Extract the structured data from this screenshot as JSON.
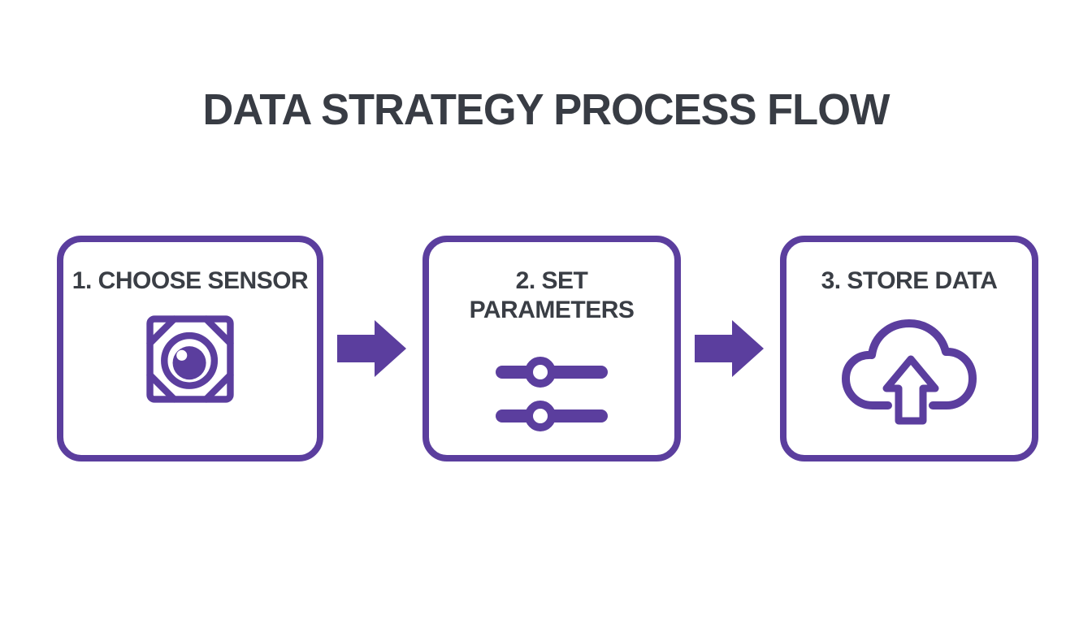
{
  "page": {
    "background_color": "#ffffff"
  },
  "header": {
    "title": "DATA STRATEGY PROCESS FLOW"
  },
  "colors": {
    "accent_purple": "#5b3e9e",
    "text_dark": "#383c44"
  },
  "steps": [
    {
      "label": "1. CHOOSE SENSOR",
      "icon": "camera-sensor-icon"
    },
    {
      "label": "2. SET PARAMETERS",
      "icon": "sliders-icon"
    },
    {
      "label": "3. STORE DATA",
      "icon": "cloud-upload-icon"
    }
  ],
  "connectors": [
    {
      "icon": "arrow-right-icon"
    },
    {
      "icon": "arrow-right-icon"
    }
  ]
}
